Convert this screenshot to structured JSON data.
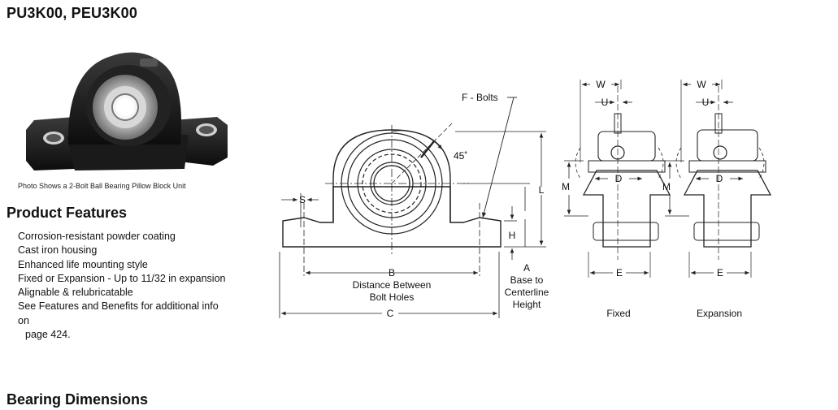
{
  "title": "PU3K00, PEU3K00",
  "photo_caption": "Photo Shows a 2-Bolt Ball Bearing Pillow Block Unit",
  "features": {
    "heading": "Product Features",
    "items": [
      "Corrosion-resistant powder coating",
      "Cast iron housing",
      "Enhanced life mounting style",
      "Fixed or Expansion - Up to 11/32 in expansion",
      "Alignable & relubricatable",
      "See Features and Benefits for additional info on",
      "page 424."
    ]
  },
  "diagram": {
    "bolts_label": "F - Bolts",
    "angle_label": "45˚",
    "s_label": "S",
    "l_label": "L",
    "h_label": "H",
    "a_label": "A",
    "a_desc": [
      "Base to",
      "Centerline",
      "Height"
    ],
    "b_label": "B",
    "b_desc": [
      "Distance Between",
      "Bolt Holes"
    ],
    "c_label": "C",
    "w_label": "W",
    "u_label": "U",
    "d_label": "D",
    "m_label": "M",
    "e_label": "E",
    "fixed_label": "Fixed",
    "expansion_label": "Expansion"
  },
  "dimensions_heading": "Bearing Dimensions"
}
